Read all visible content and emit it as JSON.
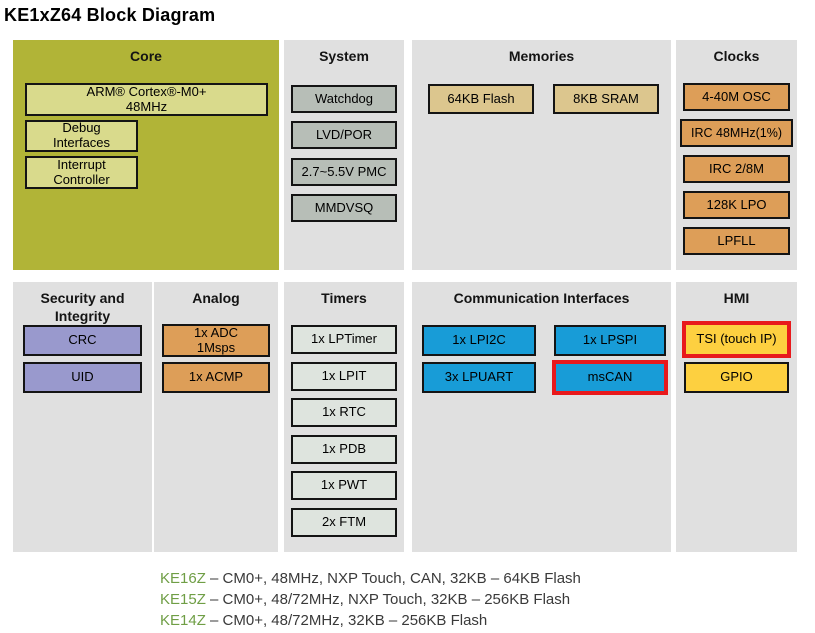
{
  "title": "KE1xZ64 Block Diagram",
  "colors": {
    "core_background": "#b1b437",
    "core_box": "#d9da8c",
    "panel_background": "#e0e0e0",
    "system_box": "#b7beb7",
    "memory_box": "#dcc68e",
    "clock_analog_box": "#dd9e58",
    "security_box": "#9999cd",
    "timer_box": "#dee4de",
    "comm_box": "#189cd7",
    "hmi_box": "#fdd040",
    "highlight_border": "#e8191c",
    "legend_model_green": "#6f9e45"
  },
  "panels": {
    "core": {
      "header": "Core",
      "items": {
        "cpu": "ARM® Cortex®-M0+\n48MHz",
        "debug": "Debug\nInterfaces",
        "interrupt": "Interrupt\nController"
      }
    },
    "system": {
      "header": "System",
      "items": [
        "Watchdog",
        "LVD/POR",
        "2.7~5.5V PMC",
        "MMDVSQ"
      ]
    },
    "memories": {
      "header": "Memories",
      "items": [
        "64KB Flash",
        "8KB SRAM"
      ]
    },
    "clocks": {
      "header": "Clocks",
      "items": [
        "4-40M OSC",
        "IRC 48MHz(1%)",
        "IRC 2/8M",
        "128K LPO",
        "LPFLL"
      ]
    },
    "security": {
      "header": "Security and\nIntegrity",
      "items": [
        "CRC",
        "UID"
      ]
    },
    "analog": {
      "header": "Analog",
      "items": [
        "1x ADC\n1Msps",
        "1x ACMP"
      ]
    },
    "timers": {
      "header": "Timers",
      "items": [
        "1x LPTimer",
        "1x LPIT",
        "1x RTC",
        "1x PDB",
        "1x PWT",
        "2x FTM"
      ]
    },
    "comm": {
      "header": "Communication Interfaces",
      "items": [
        "1x LPI2C",
        "1x LPSPI",
        "3x LPUART",
        "msCAN"
      ]
    },
    "hmi": {
      "header": "HMI",
      "items": [
        "TSI (touch IP)",
        "GPIO"
      ]
    }
  },
  "legend": [
    {
      "model": "KE16Z",
      "desc": "– CM0+, 48MHz, NXP Touch, CAN, 32KB – 64KB Flash"
    },
    {
      "model": "KE15Z",
      "desc": "– CM0+, 48/72MHz, NXP Touch, 32KB – 256KB Flash"
    },
    {
      "model": "KE14Z",
      "desc": "– CM0+, 48/72MHz, 32KB – 256KB Flash"
    }
  ]
}
